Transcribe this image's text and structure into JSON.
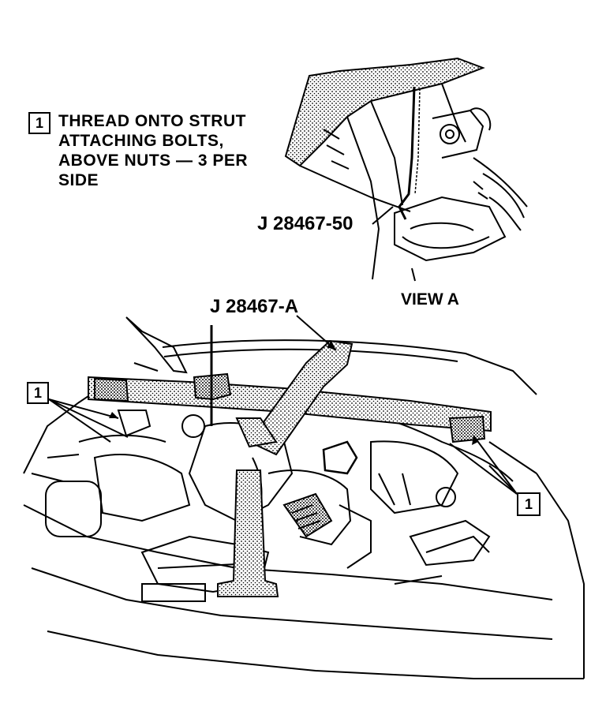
{
  "note": {
    "callout": "1",
    "lines": [
      "THREAD ONTO STRUT",
      "ATTACHING BOLTS,",
      "ABOVE NUTS — 3 PER",
      "SIDE"
    ]
  },
  "labels": {
    "view_tool": "J 28467-50",
    "view_title": "VIEW A",
    "main_tool": "J 28467-A",
    "callout_left": "1",
    "callout_right": "1"
  }
}
